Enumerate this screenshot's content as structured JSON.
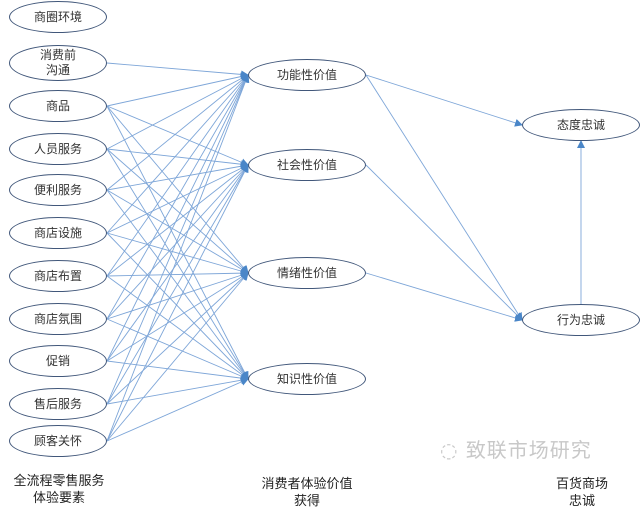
{
  "nodes": {
    "left": [
      "商圈环境",
      "消费前\n沟通",
      "商品",
      "人员服务",
      "便利服务",
      "商店设施",
      "商店布置",
      "商店氛围",
      "促销",
      "售后服务",
      "顾客关怀"
    ],
    "middle": [
      "功能性价值",
      "社会性价值",
      "情绪性价值",
      "知识性价值"
    ],
    "right": [
      "态度忠诚",
      "行为忠诚"
    ]
  },
  "edges": {
    "left_to_middle": [
      [
        1,
        0
      ],
      [
        2,
        0
      ],
      [
        2,
        1
      ],
      [
        2,
        2
      ],
      [
        2,
        3
      ],
      [
        3,
        0
      ],
      [
        3,
        1
      ],
      [
        3,
        2
      ],
      [
        3,
        3
      ],
      [
        4,
        0
      ],
      [
        4,
        1
      ],
      [
        4,
        2
      ],
      [
        4,
        3
      ],
      [
        5,
        0
      ],
      [
        5,
        1
      ],
      [
        5,
        2
      ],
      [
        5,
        3
      ],
      [
        6,
        0
      ],
      [
        6,
        1
      ],
      [
        6,
        2
      ],
      [
        6,
        3
      ],
      [
        7,
        0
      ],
      [
        7,
        1
      ],
      [
        7,
        2
      ],
      [
        7,
        3
      ],
      [
        8,
        0
      ],
      [
        8,
        1
      ],
      [
        8,
        2
      ],
      [
        8,
        3
      ],
      [
        9,
        0
      ],
      [
        9,
        1
      ],
      [
        9,
        2
      ],
      [
        9,
        3
      ],
      [
        10,
        0
      ],
      [
        10,
        1
      ],
      [
        10,
        2
      ],
      [
        10,
        3
      ]
    ],
    "middle_to_right": [
      [
        0,
        0
      ],
      [
        0,
        1
      ],
      [
        1,
        1
      ],
      [
        2,
        1
      ]
    ],
    "right_to_right": [
      [
        1,
        0
      ]
    ]
  },
  "captions": {
    "left": "全流程零售服务\n体验要素",
    "middle": "消费者体验价值\n获得",
    "right": "百货商场\n忠诚"
  },
  "watermark": "致联市场研究",
  "colors": {
    "edge": "#7ea6d8",
    "arrow": "#4a86c8",
    "border": "#41577a"
  }
}
